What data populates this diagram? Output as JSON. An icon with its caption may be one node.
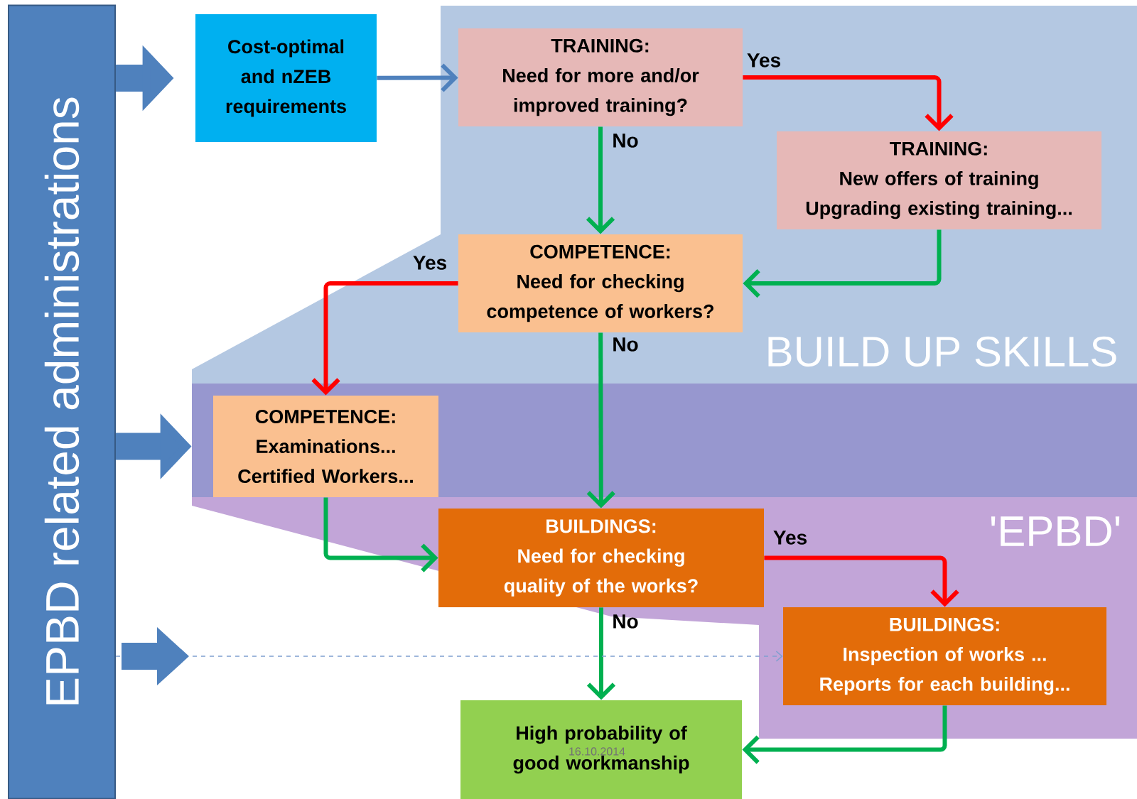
{
  "diagram": {
    "nodes": [
      {
        "text": [
          "EPBD related administrations"
        ]
      },
      {
        "text": [
          "Cost-optimal and nZEB requirements"
        ]
      },
      {
        "text": [
          "BUILD UP SKILLS"
        ]
      },
      {
        "text": [
          "TRAINING:",
          "Need for more and/or improved training?"
        ],
        "in": 2
      },
      {
        "text": [
          "TRAINING:",
          "New offers of training",
          "Upgrading existing training..."
        ],
        "in": 2
      },
      {
        "text": [
          "COMPETENCE:",
          "Need for checking competence of workers?"
        ],
        "in": 2
      },
      {
        "text": [
          "COMPETENCE:",
          "Examinations...",
          "Certified Workers..."
        ]
      },
      {
        "text": [
          "'EPBD'"
        ]
      },
      {
        "text": [
          "BUILDINGS:",
          "Need for checking quality of the works?"
        ],
        "in": 7
      },
      {
        "text": [
          "BUILDINGS:",
          "Inspection of works ...",
          "Reports for each building..."
        ],
        "in": 7
      },
      {
        "text": [
          "High probability of good workmanship"
        ]
      }
    ],
    "edges": [
      {
        "from": 0,
        "to": 1,
        "arrow": "to",
        "style": "thick",
        "color": "#4f81bd"
      },
      {
        "from": 1,
        "to": 3,
        "arrow": "to",
        "color": "#4f81bd"
      },
      {
        "from": 3,
        "to": 4,
        "arrow": "to",
        "label": "Yes",
        "color": "#ff0000"
      },
      {
        "from": 3,
        "to": 5,
        "arrow": "to",
        "label": "No",
        "color": "#00b050"
      },
      {
        "from": 4,
        "to": 5,
        "arrow": "to",
        "color": "#00b050"
      },
      {
        "from": 5,
        "to": 6,
        "arrow": "to",
        "label": "Yes",
        "color": "#ff0000"
      },
      {
        "from": 5,
        "to": 8,
        "arrow": "to",
        "label": "No",
        "color": "#00b050"
      },
      {
        "from": 6,
        "to": 8,
        "arrow": "to",
        "color": "#00b050"
      },
      {
        "from": 8,
        "to": 9,
        "arrow": "to",
        "label": "Yes",
        "color": "#ff0000"
      },
      {
        "from": 8,
        "to": 10,
        "arrow": "to",
        "label": "No",
        "color": "#00b050"
      },
      {
        "from": 9,
        "to": 10,
        "arrow": "to",
        "color": "#00b050"
      },
      {
        "from": 0,
        "to": 6,
        "arrow": "to",
        "style": "thick",
        "color": "#4f81bd"
      },
      {
        "from": 0,
        "to": 9,
        "arrow": "to",
        "style": "dashed",
        "color": "#7f9fcf"
      }
    ],
    "labels": [
      "16.10.2014"
    ]
  }
}
